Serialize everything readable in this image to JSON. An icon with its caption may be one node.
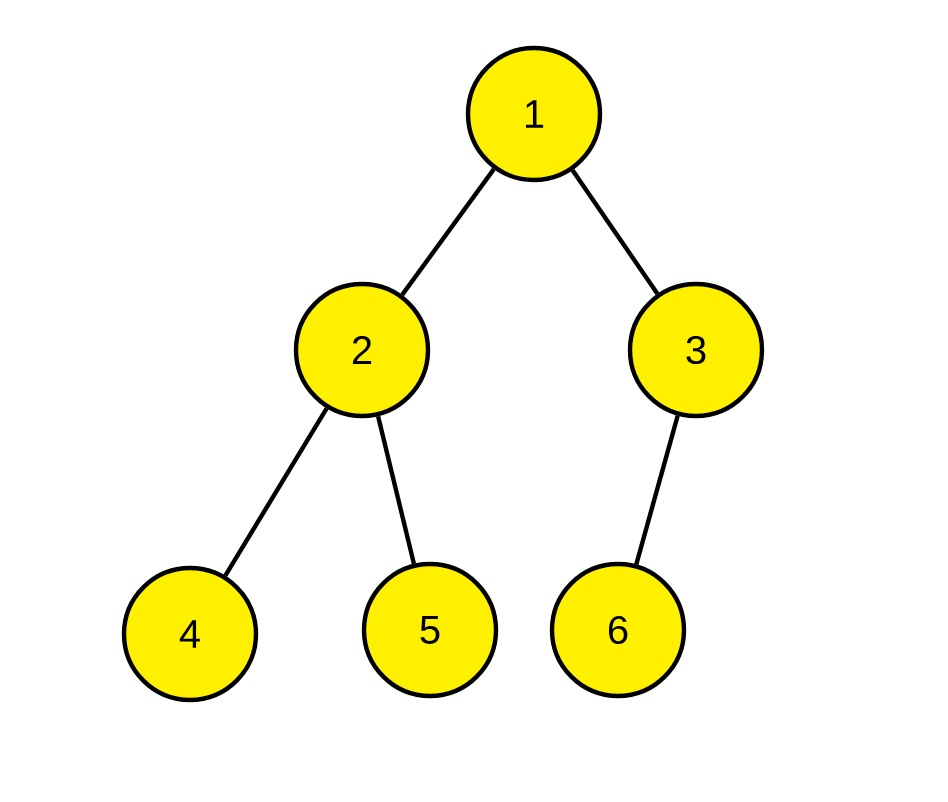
{
  "diagram": {
    "nodes": [
      {
        "text": [
          "1"
        ]
      },
      {
        "text": [
          "2"
        ]
      },
      {
        "text": [
          "3"
        ]
      },
      {
        "text": [
          "4"
        ]
      },
      {
        "text": [
          "5"
        ]
      },
      {
        "text": [
          "6"
        ]
      }
    ],
    "edges": [
      {
        "from": 0,
        "to": 1,
        "arrow": "none"
      },
      {
        "from": 0,
        "to": 2,
        "arrow": "none"
      },
      {
        "from": 1,
        "to": 3,
        "arrow": "none"
      },
      {
        "from": 1,
        "to": 4,
        "arrow": "none"
      },
      {
        "from": 2,
        "to": 5,
        "arrow": "none"
      }
    ]
  }
}
